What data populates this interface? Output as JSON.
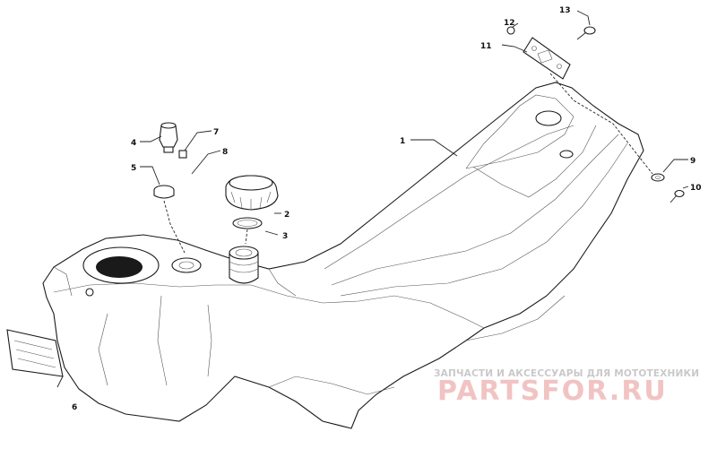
{
  "callouts": {
    "c1": "1",
    "c2": "2",
    "c3": "3",
    "c4": "4",
    "c5": "5",
    "c6": "6",
    "c7": "7",
    "c8": "8",
    "c9": "9",
    "c10": "10",
    "c11": "11",
    "c12": "12",
    "c13": "13"
  },
  "watermark": {
    "tagline": "ЗАПЧАСТИ И АКСЕССУАРЫ ДЛЯ МОТОТЕХНИКИ",
    "brand": "PARTSFOR.RU"
  }
}
